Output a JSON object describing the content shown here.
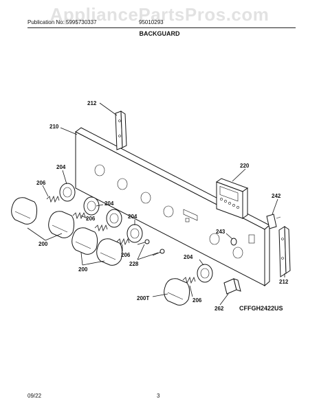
{
  "watermark": "AppliancePartsPros.com",
  "header": {
    "publication": "Publication No: 5995730337",
    "code": "95010293",
    "title": "BACKGUARD"
  },
  "model": "CFFGH2422US",
  "footer": {
    "date": "09/22",
    "page": "3"
  },
  "labels": {
    "p212a": "212",
    "p210": "210",
    "p220": "220",
    "p204a": "204",
    "p206a": "206",
    "p204b": "204",
    "p206b": "206",
    "p204c": "204",
    "p242": "242",
    "p243": "243",
    "p200a": "200",
    "p206c": "206",
    "p228": "228",
    "p200b": "200",
    "p204d": "204",
    "p212b": "212",
    "p200T": "200T",
    "p206d": "206",
    "p262": "262"
  }
}
